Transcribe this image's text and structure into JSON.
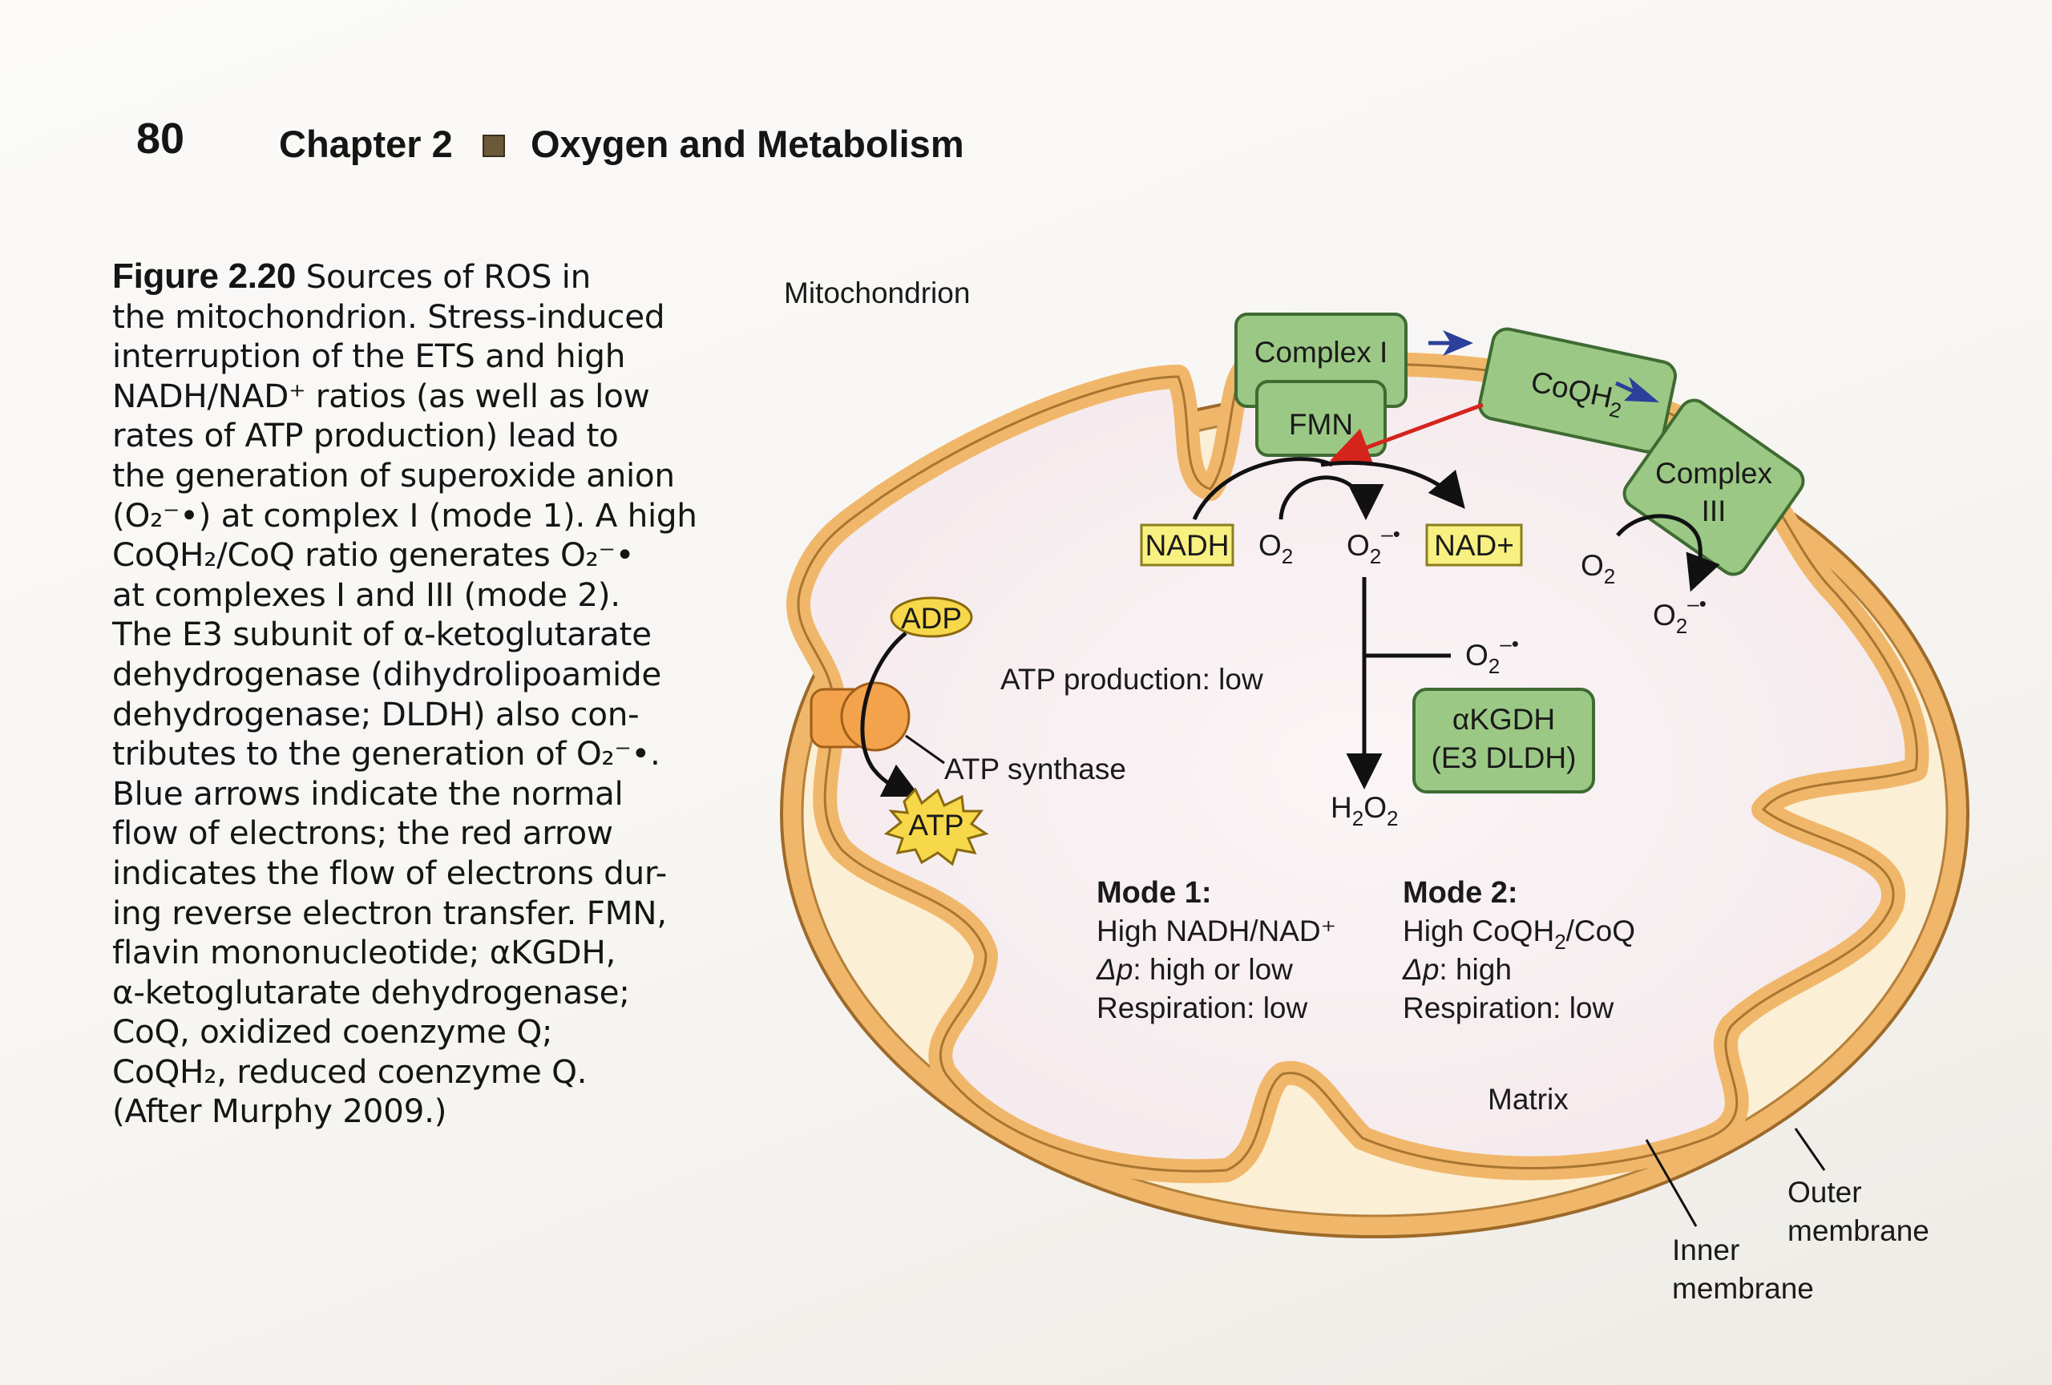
{
  "header": {
    "page_number": "80",
    "chapter": "Chapter 2",
    "title": "Oxygen and Metabolism"
  },
  "caption": {
    "figure_label": "Figure 2.20",
    "lines": [
      "Sources of ROS in",
      "the mitochondrion. Stress-induced",
      "interruption of the ETS and high",
      "NADH/NAD⁺ ratios (as well as low",
      "rates of ATP production) lead to",
      "the generation of superoxide anion",
      "(O₂⁻•) at complex I (mode 1). A high",
      "CoQH₂/CoQ ratio generates O₂⁻•",
      "at complexes I and III (mode 2).",
      "The E3 subunit of α-ketoglutarate",
      "dehydrogenase (dihydrolipoamide",
      "dehydrogenase; DLDH) also con-",
      "tributes to the generation of O₂⁻•.",
      "Blue arrows indicate the normal",
      "flow of electrons; the red arrow",
      "indicates the flow of electrons dur-",
      "ing reverse electron transfer. FMN,",
      "flavin mononucleotide; αKGDH,",
      "α-ketoglutarate dehydrogenase;",
      "CoQ, oxidized coenzyme Q;",
      "CoQH₂, reduced coenzyme Q.",
      "(After Murphy 2009.)"
    ]
  },
  "diagram": {
    "mitochondrion_label": "Mitochondrion",
    "complex_i": "Complex I",
    "fmn": "FMN",
    "coqh2": {
      "base": "CoQH",
      "sub": "2"
    },
    "complex_iii": {
      "line1": "Complex",
      "line2": "III"
    },
    "nadh": "NADH",
    "nad_plus": "NAD+",
    "o2_complex_i": {
      "base": "O",
      "sub": "2"
    },
    "superoxide_complex_i": {
      "base": "O",
      "sub": "2",
      "sup": "–•"
    },
    "o2_complex_iii": {
      "base": "O",
      "sub": "2"
    },
    "superoxide_complex_iii": {
      "base": "O",
      "sub": "2",
      "sup": "–•"
    },
    "superoxide_akgdh": {
      "base": "O",
      "sub": "2",
      "sup": "–•"
    },
    "h2o2": {
      "h": "H",
      "s1": "2",
      "o": "O",
      "s2": "2"
    },
    "akgdh": {
      "line1": "αKGDH",
      "line2": "(E3 DLDH)"
    },
    "adp": "ADP",
    "atp": "ATP",
    "atp_synthase": "ATP synthase",
    "atp_production": "ATP production: low",
    "mode1": {
      "title": "Mode 1:",
      "ratio": "High NADH/NAD⁺",
      "dp_symbol": "Δp",
      "dp_value": ": high or low",
      "respiration": "Respiration: low"
    },
    "mode2": {
      "title": "Mode 2:",
      "ratio_base": "High CoQH",
      "ratio_sub": "2",
      "ratio_tail": "/CoQ",
      "dp_symbol": "Δp",
      "dp_value": ": high",
      "respiration": "Respiration: low"
    },
    "matrix": "Matrix",
    "outer_membrane": {
      "line1": "Outer",
      "line2": "membrane"
    },
    "inner_membrane": {
      "line1": "Inner",
      "line2": "membrane"
    }
  },
  "colors": {
    "membrane_outer": "#f0b76a",
    "membrane_fill": "#fbefd6",
    "matrix_fill": "#f9f1f1",
    "complex_green": "#9bc985",
    "complex_border": "#3f6b33",
    "nad_box": "#f8f081",
    "adp_atp": "#f6d84a",
    "atp_synthase": "#f2a34c",
    "blue_arrow": "#2c3f9a",
    "red_arrow": "#d4241c"
  }
}
